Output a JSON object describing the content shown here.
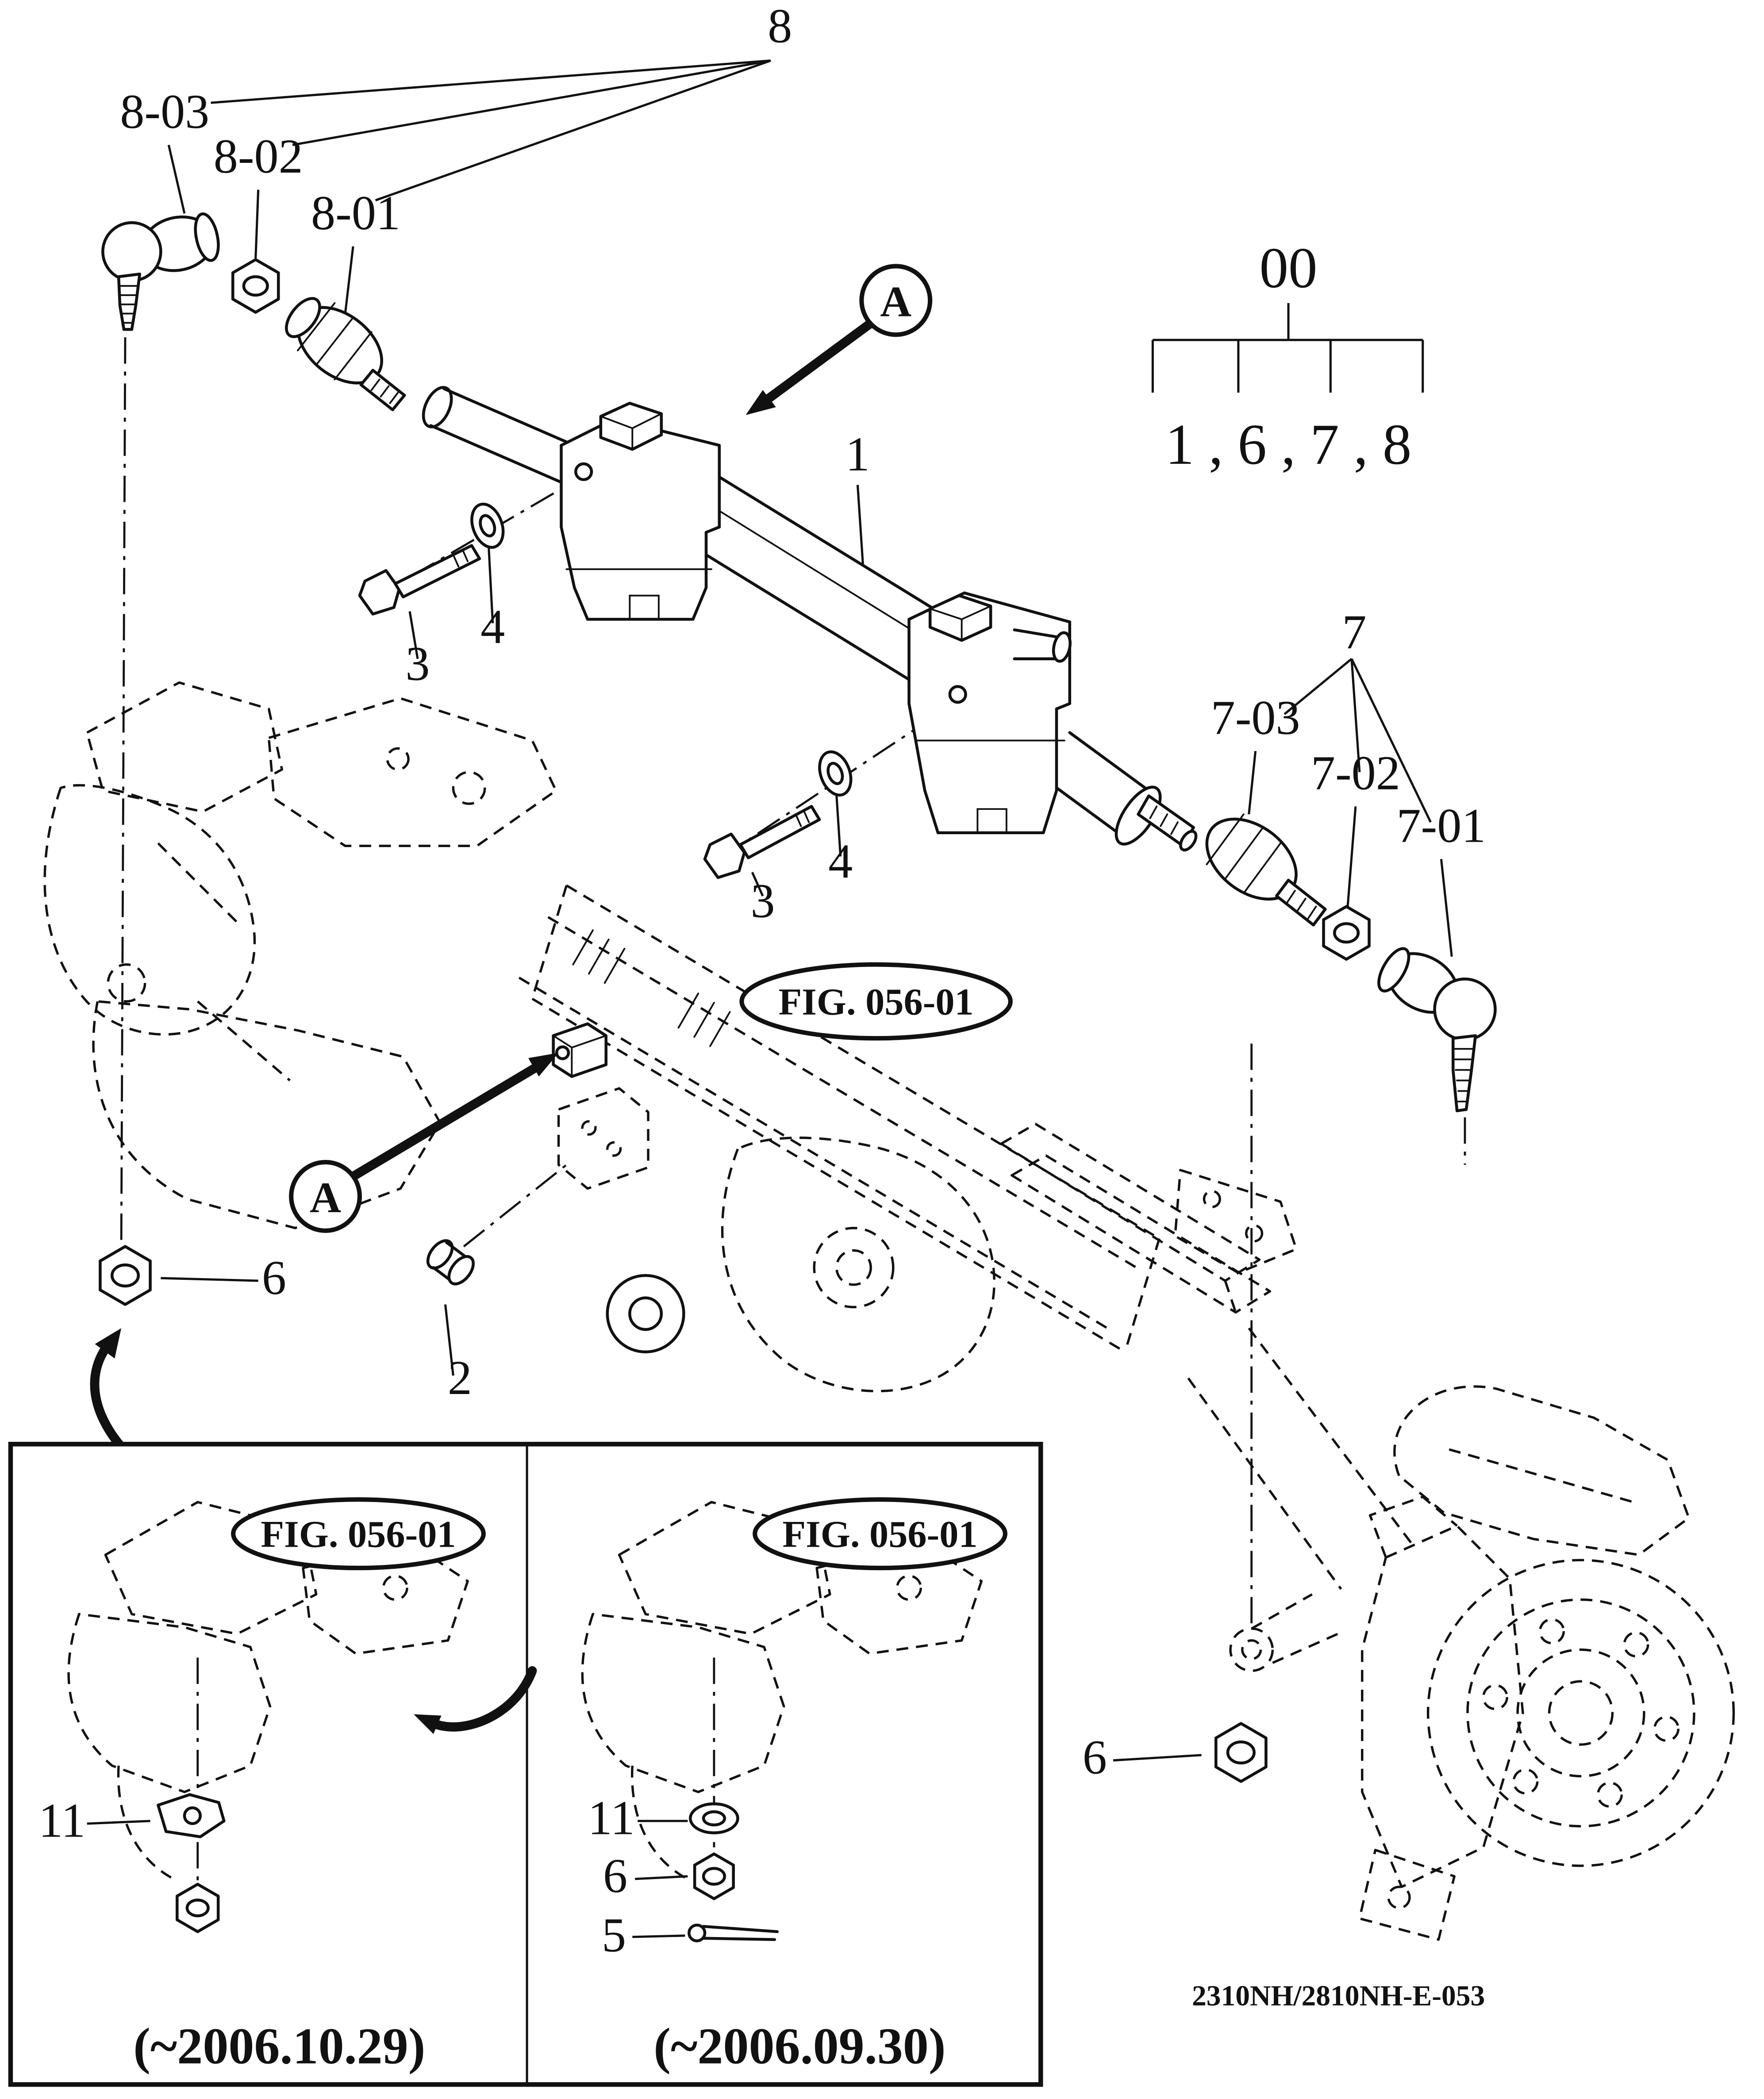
{
  "figure": {
    "doc_code": "2310NH/2810NH-E-053"
  },
  "callouts": {
    "group_8": "8",
    "part_8_03": "8-03",
    "part_8_02": "8-02",
    "part_8_01": "8-01",
    "group_00": "00",
    "group_00_items": "1 , 6 , 7 , 8",
    "part_1": "1",
    "part_3_upper": "3",
    "part_4_upper": "4",
    "part_3_lower": "3",
    "part_4_lower": "4",
    "group_7": "7",
    "part_7_03": "7-03",
    "part_7_02": "7-02",
    "part_7_01": "7-01",
    "part_6_left": "6",
    "part_2": "2",
    "part_6_right": "6"
  },
  "view_circles": {
    "upper": "A",
    "lower": "A"
  },
  "fig_ovals": {
    "main": "FIG. 056-01",
    "inset_left": "FIG. 056-01",
    "inset_right": "FIG. 056-01"
  },
  "insets": {
    "left": {
      "part_11": "11",
      "date": "(~2006.10.29)"
    },
    "right": {
      "part_11": "11",
      "part_6": "6",
      "part_5": "5",
      "date": "(~2006.09.30)"
    }
  }
}
